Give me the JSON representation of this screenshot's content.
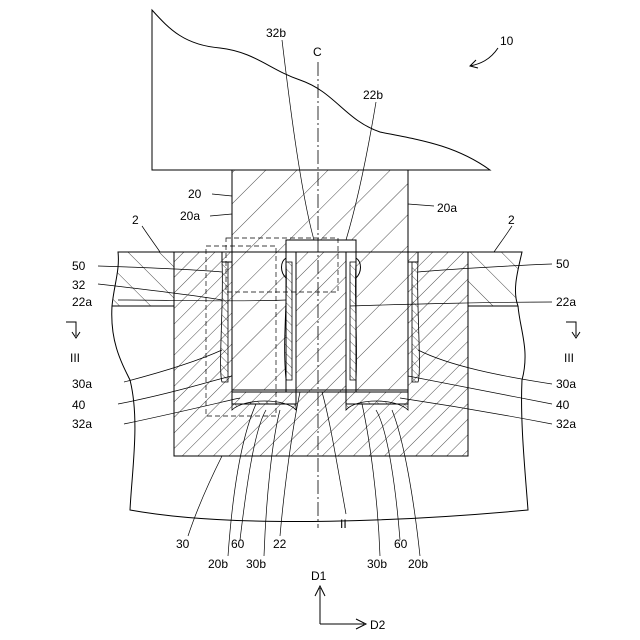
{
  "figure": {
    "labels": {
      "assembly": "10",
      "axis_c": "C",
      "p32b": "32b",
      "p22b": "22b",
      "p20": "20",
      "p20a_left": "20a",
      "p20a_right": "20a",
      "p2_left": "2",
      "p2_right": "2",
      "p50_left": "50",
      "p50_right": "50",
      "p32": "32",
      "p22a_left": "22a",
      "p22a_right": "22a",
      "sec3_left": "III",
      "sec3_right": "III",
      "p30a_left": "30a",
      "p30a_right": "30a",
      "p40_left": "40",
      "p40_right": "40",
      "p32a_left": "32a",
      "p32a_right": "32a",
      "p30": "30",
      "p60_left": "60",
      "p60_right": "60",
      "p22": "22",
      "p20b_left": "20b",
      "p20b_right": "20b",
      "p30b_left": "30b",
      "p30b_right": "30b",
      "detail2": "II",
      "dir_d1": "D1",
      "dir_d2": "D2"
    }
  }
}
